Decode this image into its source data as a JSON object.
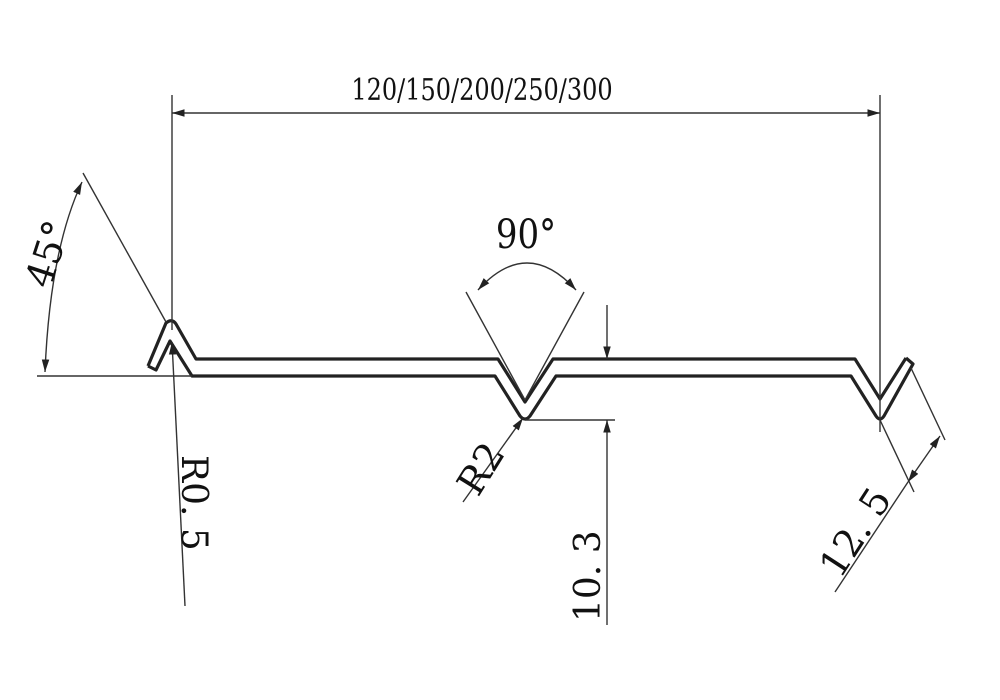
{
  "drawing": {
    "width_dimension": "120/150/200/250/300",
    "angle_left": "45°",
    "angle_middle": "90°",
    "radius_small": "R0. 5",
    "radius_v": "R2",
    "depth": "10. 3",
    "flange_length": "12. 5",
    "line_color": "#222222",
    "background": "#ffffff"
  }
}
